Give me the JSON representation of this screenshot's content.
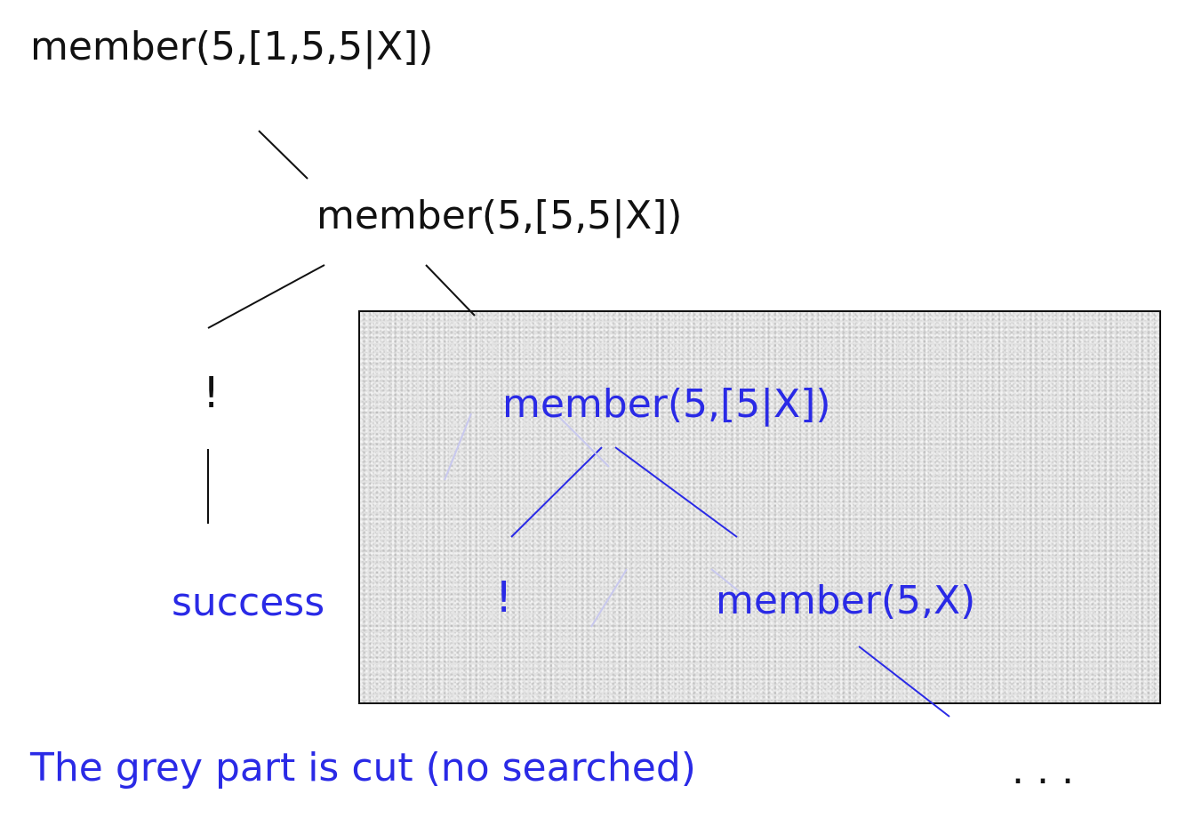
{
  "colors": {
    "text": "#111111",
    "accent": "#2a2ae6",
    "cut_region": "#e3e3e3"
  },
  "tree": {
    "root": "member(5,[1,5,5|X])",
    "child": "member(5,[5,5|X])",
    "left_cut": "!",
    "left_result": "success",
    "grey_node": "member(5,[5|X])",
    "grey_cut": "!",
    "grey_leaf": "member(5,X)"
  },
  "caption": "The grey part is cut (no searched)",
  "ellipsis": ". . ."
}
